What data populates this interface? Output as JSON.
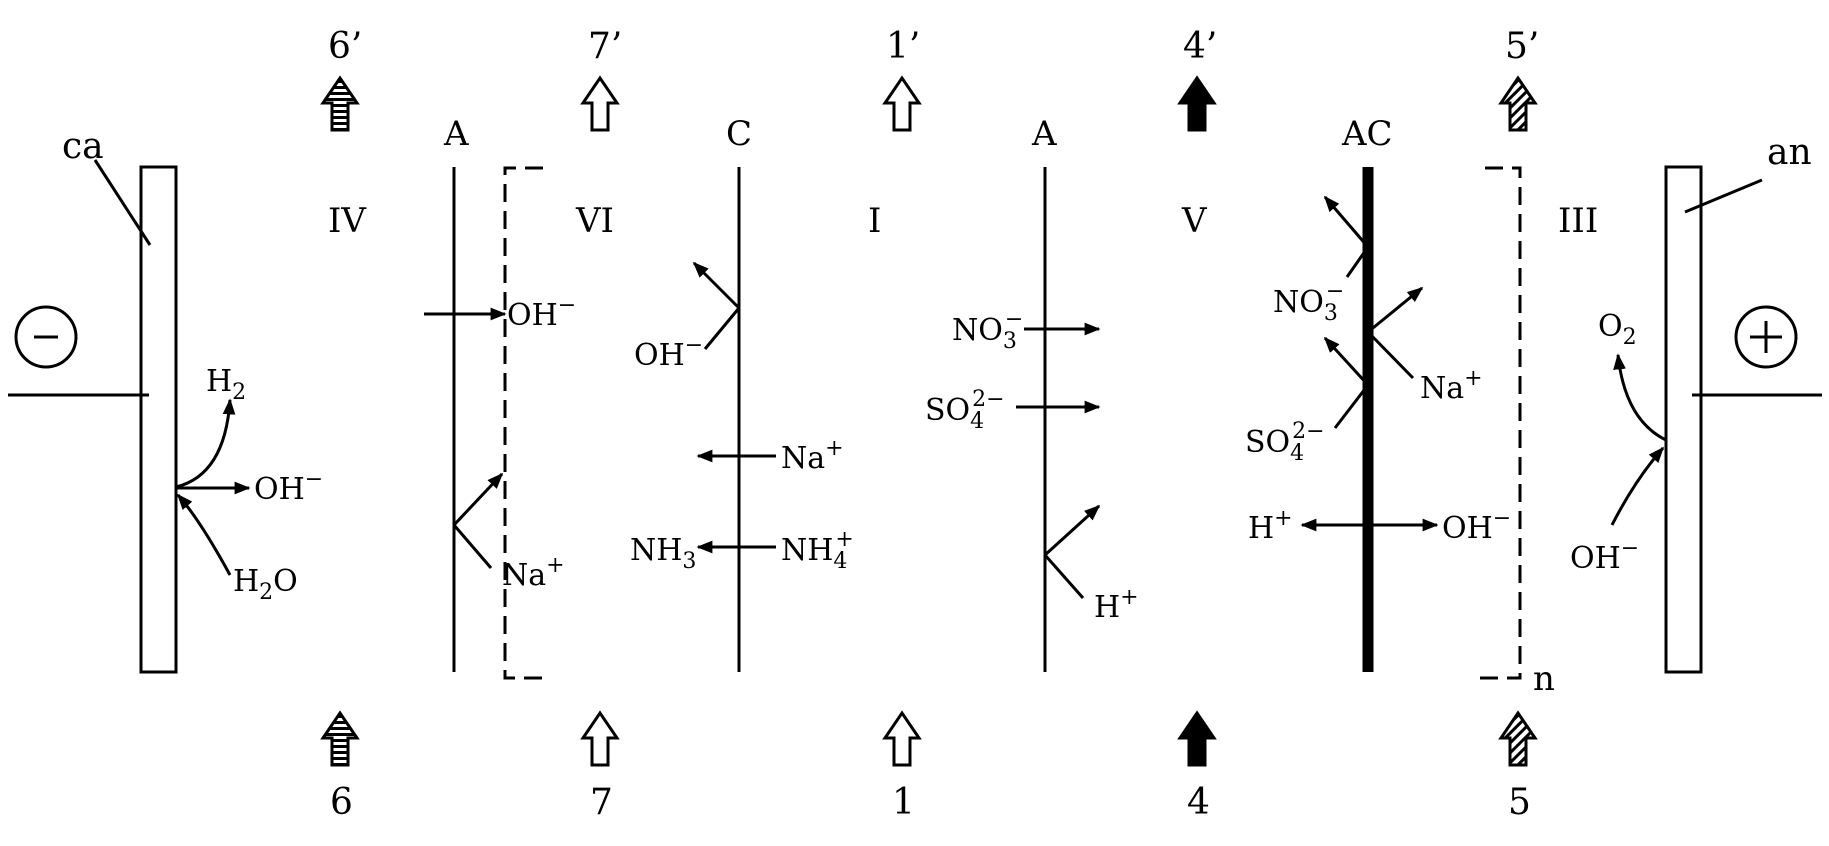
{
  "electrodes": {
    "cathode_label": "ca",
    "anode_label": "an",
    "cathode_sign": "−",
    "anode_sign": "+"
  },
  "membranes": {
    "m1": "A",
    "m2": "C",
    "m3": "A",
    "m4": "AC",
    "repeat_label": "n"
  },
  "compartments": {
    "c1": "IV",
    "c2": "VI",
    "c3": "I",
    "c4": "V",
    "c5": "III"
  },
  "flows": {
    "in": [
      "6",
      "7",
      "1",
      "4",
      "5"
    ],
    "out": [
      "6’",
      "7’",
      "1’",
      "4’",
      "5’"
    ]
  },
  "ions": {
    "h2": "H",
    "h2_sub": "2",
    "oh_cathode": "OH",
    "h2o": "H",
    "h2o_sub": "2",
    "h2o_tail": "O",
    "oh_a1": "OH",
    "na_a1": "Na",
    "oh_c": "OH",
    "na_c": "Na",
    "nh3": "NH",
    "nh3_sub": "3",
    "nh4": "NH",
    "nh4_sub": "4",
    "no3_a2": "NO",
    "no3_a2_sub": "3",
    "so4_a2": "SO",
    "so4_a2_sub": "4",
    "so4_charge": "2−",
    "h_a2": "H",
    "no3_ac": "NO",
    "no3_ac_sub": "3",
    "na_ac": "Na",
    "so4_ac": "SO",
    "so4_ac_sub": "4",
    "h_ac": "H",
    "oh_ac": "OH",
    "o2": "O",
    "o2_sub": "2",
    "oh_anode": "OH",
    "plus": "+",
    "minus": "−"
  },
  "colors": {
    "ink": "#000000",
    "background": "#ffffff"
  }
}
